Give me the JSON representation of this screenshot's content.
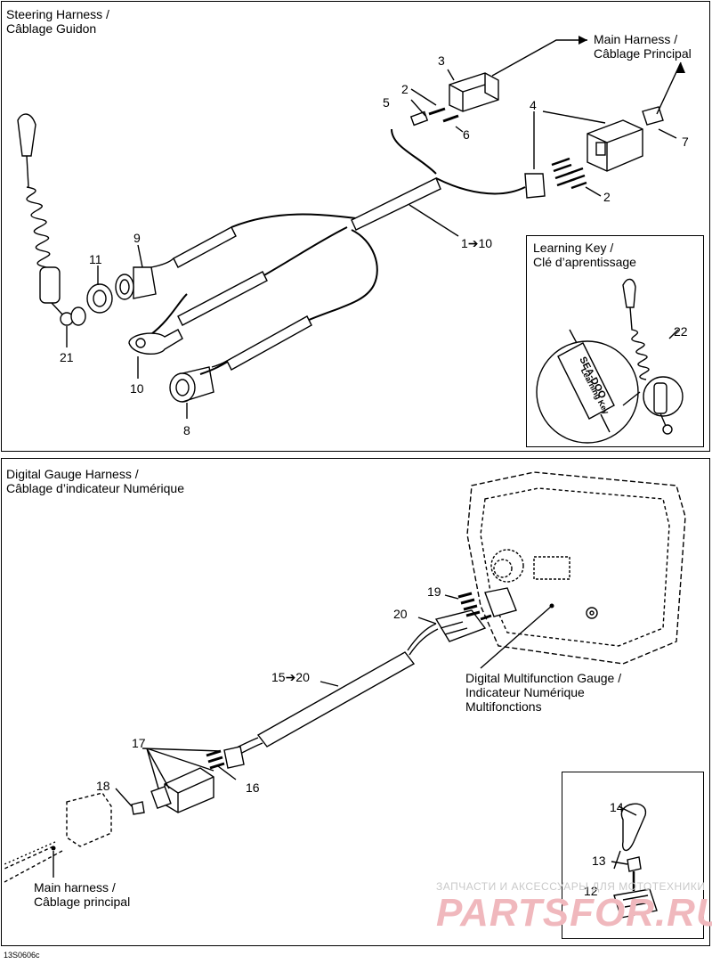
{
  "steering": {
    "title_line1": "Steering Harness /",
    "title_line2": "Câblage Guidon",
    "main_harness_line1": "Main Harness  /",
    "main_harness_line2": "Câblage Principal"
  },
  "learning_key": {
    "title_line1": "Learning Key /",
    "title_line2": "Clé d’aprentissage",
    "brand": "SEA-DOO",
    "key_text": "Learning Key"
  },
  "digital": {
    "title_line1": "Digital Gauge Harness /",
    "title_line2": "Câblage d’indicateur Numérique",
    "gauge_line1": "Digital Multifunction Gauge /",
    "gauge_line2": "Indicateur Numérique",
    "gauge_line3": "Multifonctions",
    "main_line1": "Main harness /",
    "main_line2": "Câblage principal"
  },
  "callouts": {
    "c1": "1➔10",
    "c2a": "2",
    "c2b": "2",
    "c3": "3",
    "c4": "4",
    "c5": "5",
    "c6": "6",
    "c7": "7",
    "c8": "8",
    "c9": "9",
    "c10": "10",
    "c11": "11",
    "c12": "12",
    "c13": "13",
    "c14": "14",
    "c15": "15➔20",
    "c16": "16",
    "c17": "17",
    "c18": "18",
    "c19": "19",
    "c20": "20",
    "c21": "21",
    "c22": "22"
  },
  "watermark": {
    "line1": "ЗАПЧАСТИ И АКСЕССУАРЫ ДЛЯ МОТОТЕХНИКИ",
    "line2": "PARTSFOR.RU"
  },
  "figure_code": "13S0606c"
}
